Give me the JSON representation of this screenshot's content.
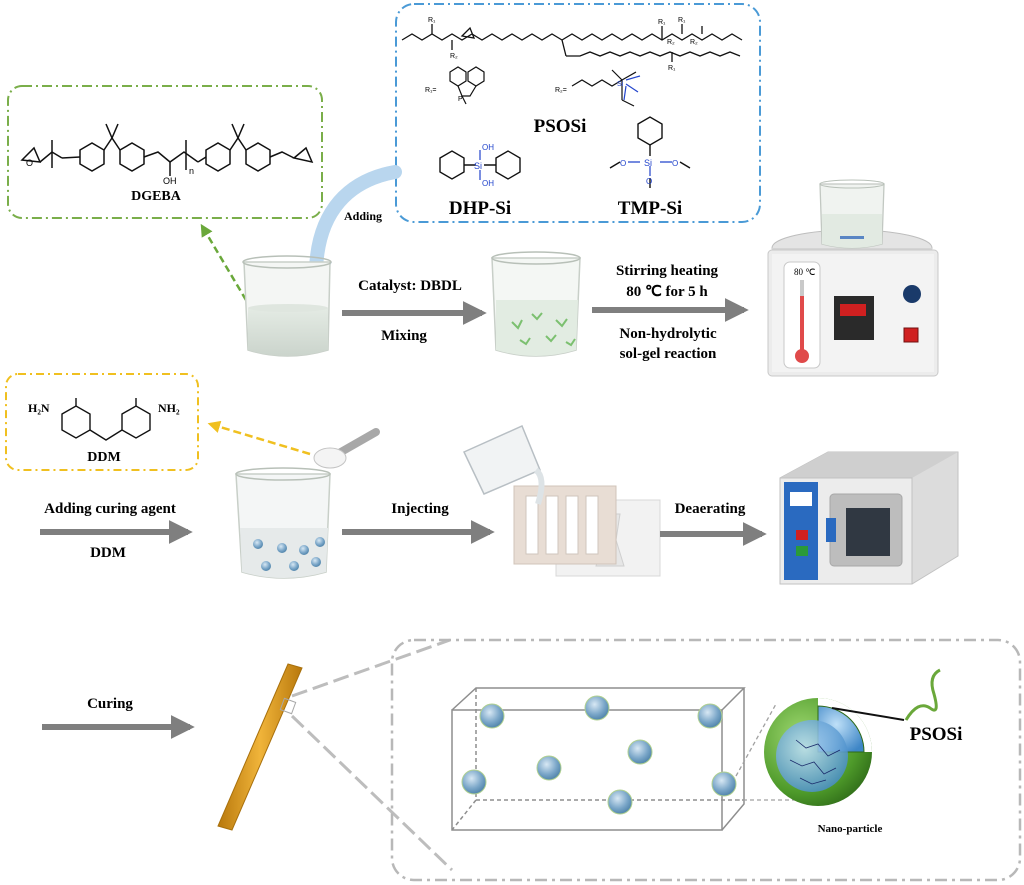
{
  "molecules": {
    "dgeba": "DGEBA",
    "psosi": "PSOSi",
    "dhp_si": "DHP-Si",
    "tmp_si": "TMP-Si",
    "ddm": "DDM",
    "nh2": "NH₂",
    "h2n": "H₂N",
    "r1": "R₁",
    "r2": "R₂",
    "r1_eq": "R₁=",
    "r2_eq": "R₂=",
    "oh": "OH",
    "si": "Si",
    "o": "O",
    "p": "P",
    "n": "n"
  },
  "steps": {
    "adding": "Adding",
    "catalyst": "Catalyst: DBDL",
    "mixing": "Mixing",
    "stirring": "Stirring heating",
    "temp_time": "80 ℃ for 5 h",
    "reaction_1": "Non-hydrolytic",
    "reaction_2": "sol-gel reaction",
    "heater_temp": "80 ℃",
    "adding_curing": "Adding curing agent",
    "ddm": "DDM",
    "injecting": "Injecting",
    "deaerating": "Deaerating",
    "curing": "Curing"
  },
  "bottom": {
    "psosi": "PSOSi",
    "nano_particle": "Nano-particle"
  },
  "colors": {
    "dgeba_border": "#7aae4a",
    "psosi_border": "#4a9ad6",
    "ddm_border": "#f0c020",
    "arrow_gray": "#7f7f7f",
    "bottom_border": "#b8b8b8",
    "rod": "#d49a1e",
    "sphere_shell": "#6aa83a",
    "silane_blue": "#2244cc"
  }
}
